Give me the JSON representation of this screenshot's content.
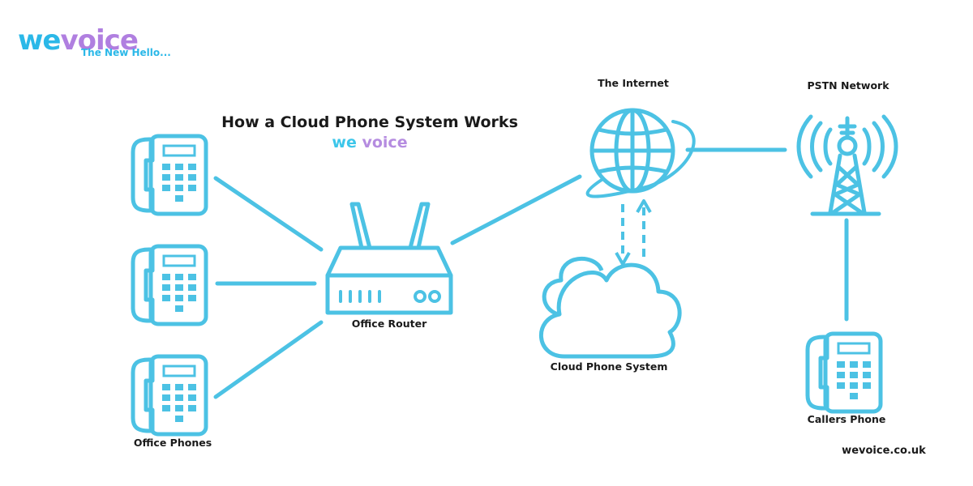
{
  "logo": {
    "we": "we",
    "voice": "voice",
    "tagline": "The New Hello..."
  },
  "title": "How a Cloud Phone System Works",
  "subtitle": {
    "a": "we",
    "b": "voice"
  },
  "labels": {
    "office_phones": "Office Phones",
    "office_router": "Office Router",
    "internet": "The Internet",
    "cloud": "Cloud Phone System",
    "pstn": "PSTN Network",
    "callers_phone": "Callers Phone"
  },
  "website": "wevoice.co.uk",
  "colors": {
    "line": "#4cc2e4",
    "brand_blue": "#2bb8e8",
    "brand_purple": "#b07fe0"
  }
}
